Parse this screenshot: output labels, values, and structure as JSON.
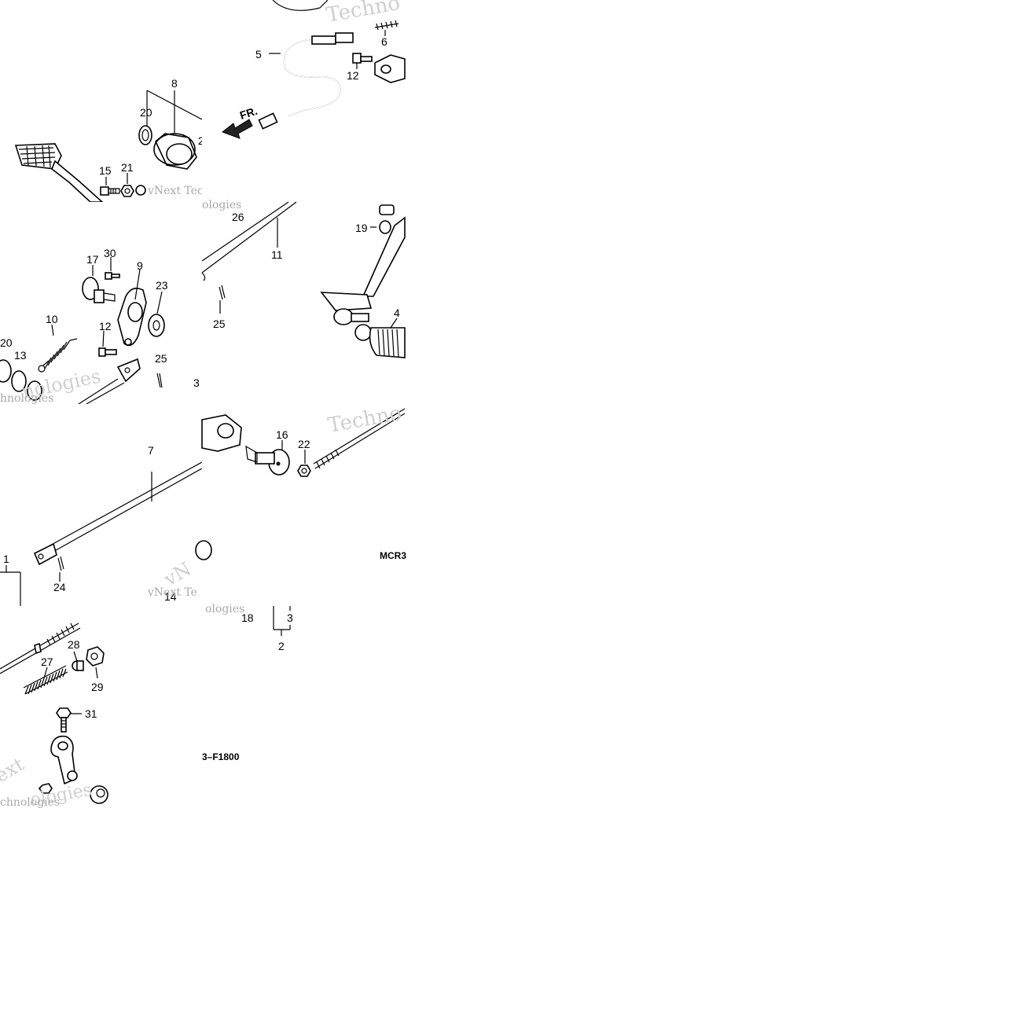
{
  "watermark": {
    "brand_1": "Techno",
    "brand_2": "vNext Tec",
    "brand_3": "nologies",
    "brand_4": "hnologies",
    "brand_5": "Techno",
    "brand_6": "vNext Te",
    "brand_7": "ologies",
    "brand_8": "ext",
    "brand_9": "chnologies",
    "brand_10": "vNe",
    "brand_11": "vN",
    "brand_12": "ologies"
  },
  "direction": "FR.",
  "diagram_code_a": "MCR3",
  "diagram_code_b": "3–F1800",
  "callouts": {
    "c5": "5",
    "c6": "6",
    "c12a": "12",
    "c8": "8",
    "c20a": "20",
    "c2a": "2",
    "c15": "15",
    "c21": "21",
    "c26": "26",
    "c11": "11",
    "c19": "19",
    "c17": "17",
    "c30": "30",
    "c9": "9",
    "c23": "23",
    "c10": "10",
    "c12b": "12",
    "c20b": "20",
    "c13": "13",
    "c25a": "25",
    "c25b": "25",
    "c4": "4",
    "c3a": "3",
    "c16": "16",
    "c22": "22",
    "c7": "7",
    "c1": "1",
    "c24": "24",
    "c14": "14",
    "c18": "18",
    "c3b": "3",
    "c2b": "2",
    "c27": "27",
    "c28": "28",
    "c29": "29",
    "c31": "31"
  }
}
